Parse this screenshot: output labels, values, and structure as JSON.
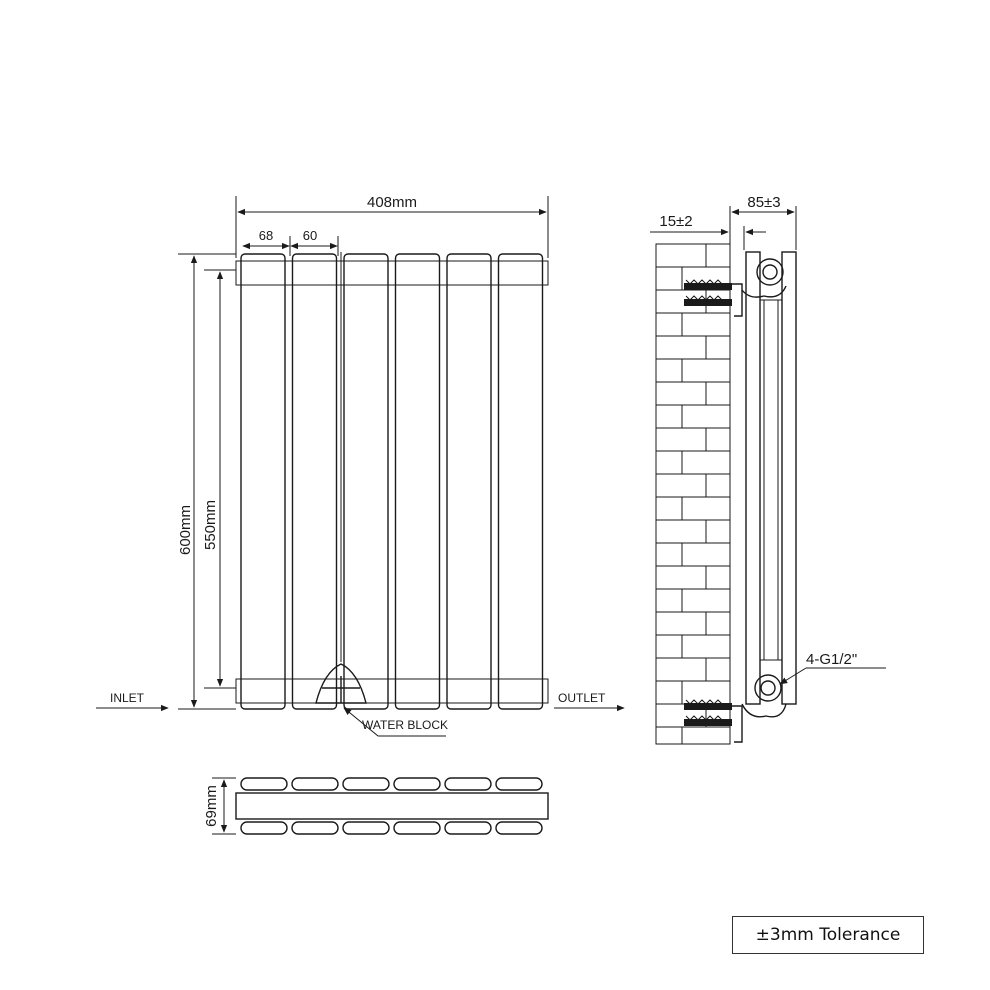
{
  "labels": {
    "overall_width": "408mm",
    "panel_width": "68",
    "gap_width": "60",
    "overall_height": "600mm",
    "centres_height": "550mm",
    "inlet": "INLET",
    "outlet": "OUTLET",
    "water_block": "WATER BLOCK",
    "wall_gap": "15±2",
    "depth": "85±3",
    "thread": "4-G1/2\"",
    "plan_depth": "69mm"
  },
  "note": {
    "tolerance": "±3mm Tolerance"
  },
  "front_view": {
    "panel_count": 6
  },
  "plan_view": {
    "panel_count": 6
  }
}
